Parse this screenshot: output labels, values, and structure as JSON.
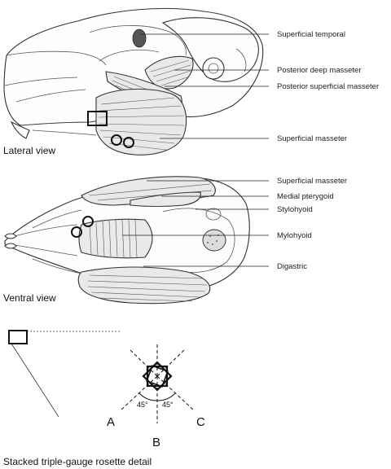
{
  "lateral": {
    "caption": "Lateral view",
    "labels": {
      "superficial_temporal": "Superficial temporal",
      "posterior_deep_masseter": "Posterior deep masseter",
      "posterior_superficial_masseter": "Posterior superficial masseter",
      "superficial_masseter": "Superficial masseter"
    }
  },
  "ventral": {
    "caption": "Ventral view",
    "labels": {
      "superficial_masseter": "Superficial masseter",
      "medial_pterygoid": "Medial pterygoid",
      "stylohyoid": "Stylohyoid",
      "mylohyoid": "Mylohyoid",
      "digastric": "Digastric"
    }
  },
  "rosette": {
    "caption": "Stacked triple-gauge rosette detail",
    "axis_a": "A",
    "axis_b": "B",
    "axis_c": "C",
    "angle_left": "45°",
    "angle_right": "45°"
  }
}
